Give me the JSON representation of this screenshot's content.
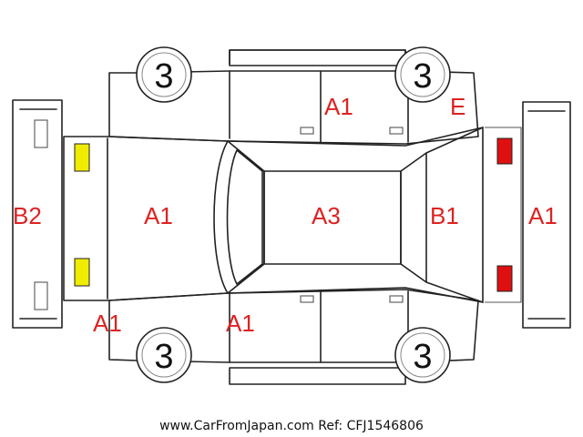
{
  "diagram": {
    "labels": {
      "left_bumper": "B2",
      "hood": "A1",
      "roof": "A3",
      "rear_glass": "B1",
      "rear_bumper": "A1",
      "top_door": "A1",
      "top_rear_corner": "E",
      "front_left_corner": "A1",
      "front_fender_bottom": "A1"
    },
    "tires": {
      "front_top": "3",
      "rear_top": "3",
      "front_bottom": "3",
      "rear_bottom": "3"
    },
    "light_colors": {
      "front_lights": "#f0ec00",
      "rear_lights": "#e01010"
    }
  },
  "footer": {
    "text": "www.CarFromJapan.com Ref: CFJ1546806"
  }
}
